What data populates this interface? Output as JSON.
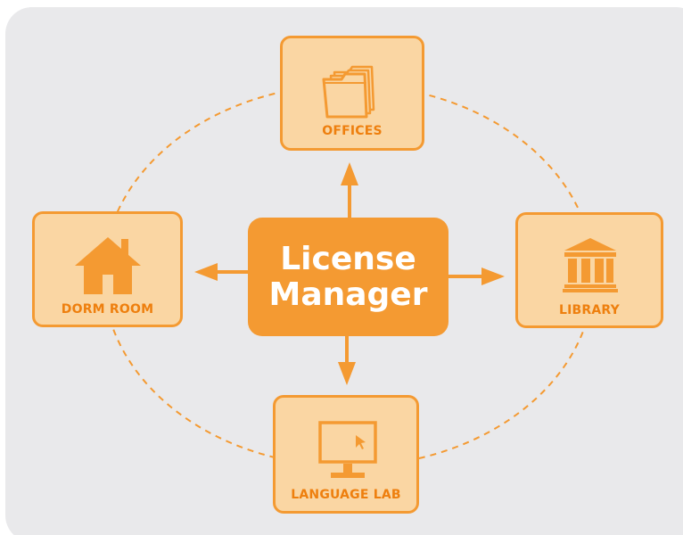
{
  "hub": {
    "line1": "License",
    "line2": "Manager"
  },
  "nodes": {
    "offices": {
      "label": "OFFICES",
      "icon": "folder-icon"
    },
    "dorm_room": {
      "label": "DORM ROOM",
      "icon": "house-icon"
    },
    "library": {
      "label": "LIBRARY",
      "icon": "library-building-icon"
    },
    "language_lab": {
      "label": "LANGUAGE LAB",
      "icon": "computer-monitor-icon"
    }
  },
  "colors": {
    "accent": "#f49a32",
    "node_fill": "#fad6a3",
    "label_text": "#ee7f0e",
    "background": "#e9e9eb"
  }
}
